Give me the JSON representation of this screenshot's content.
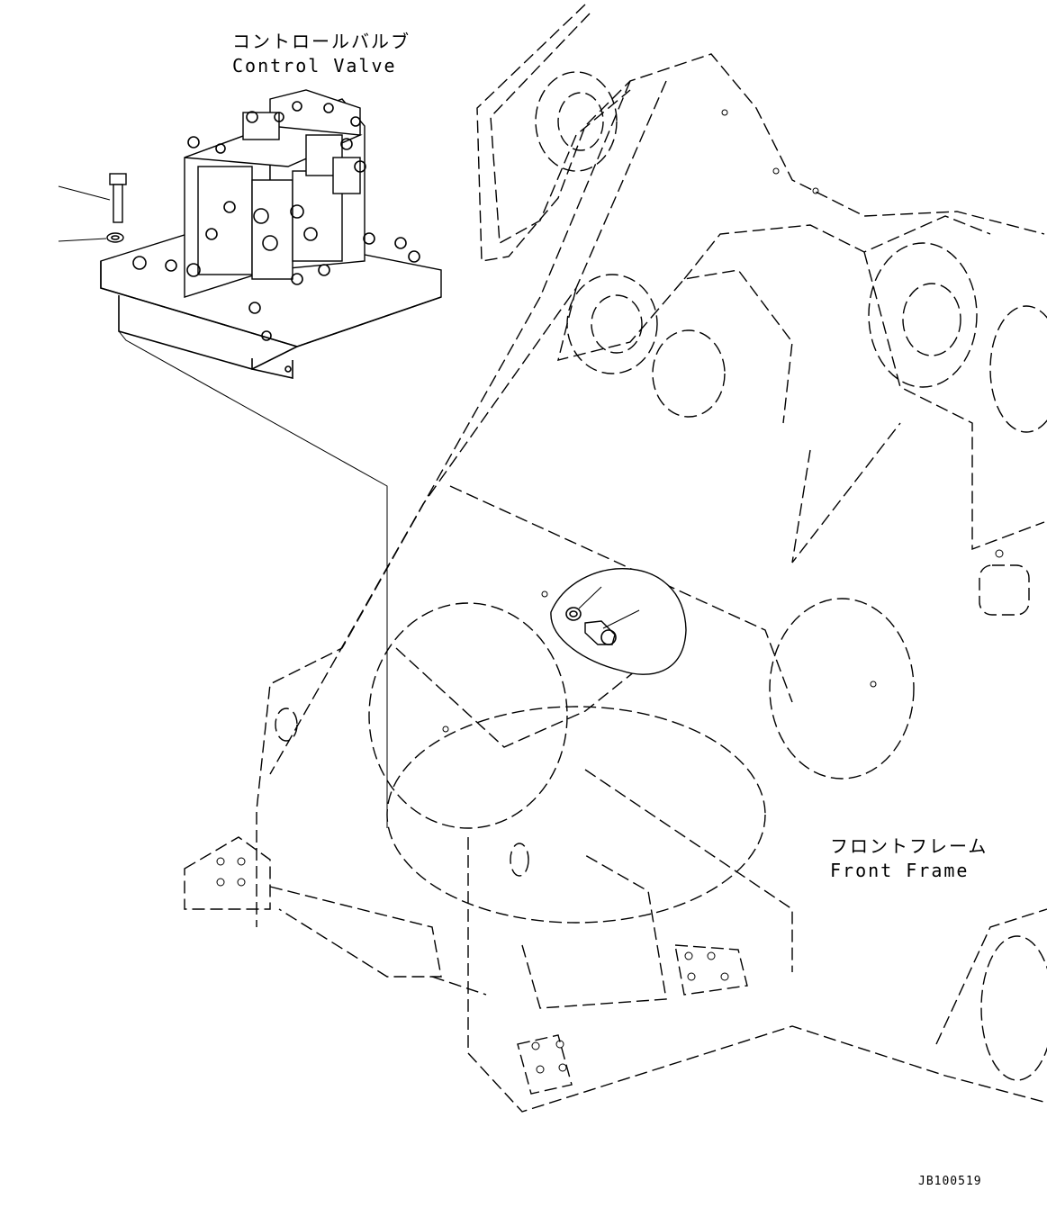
{
  "labels": {
    "control_valve_jp": "コントロールバルブ",
    "control_valve_en": "Control Valve",
    "front_frame_jp": "フロントフレーム",
    "front_frame_en": "Front Frame",
    "drawing_code": "JB100519"
  },
  "colors": {
    "line": "#000000",
    "background": "#ffffff"
  }
}
